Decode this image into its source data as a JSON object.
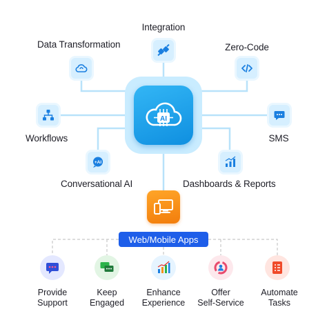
{
  "diagram": {
    "hub": {
      "label": "AI"
    },
    "nodes": {
      "integration": "Integration",
      "data_transformation": "Data Transformation",
      "zero_code": "Zero-Code",
      "workflows": "Workflows",
      "sms": "SMS",
      "conversational_ai": "Conversational AI",
      "dashboards_reports": "Dashboards & Reports"
    },
    "web_mobile": {
      "label": "Web/Mobile Apps"
    },
    "apps": [
      {
        "line1": "Provide",
        "line2": "Support"
      },
      {
        "line1": "Keep",
        "line2": "Engaged"
      },
      {
        "line1": "Enhance",
        "line2": "Experience"
      },
      {
        "line1": "Offer",
        "line2": "Self-Service"
      },
      {
        "line1": "Automate",
        "line2": "Tasks"
      }
    ],
    "colors": {
      "tile_bg": "#d6efff",
      "icon_blue": "#1a7fe0",
      "hub_gradient": "#1fa3ee",
      "orange": "#f7921a",
      "pill_blue": "#1e5ee9",
      "connector": "#b8e2fa"
    }
  }
}
